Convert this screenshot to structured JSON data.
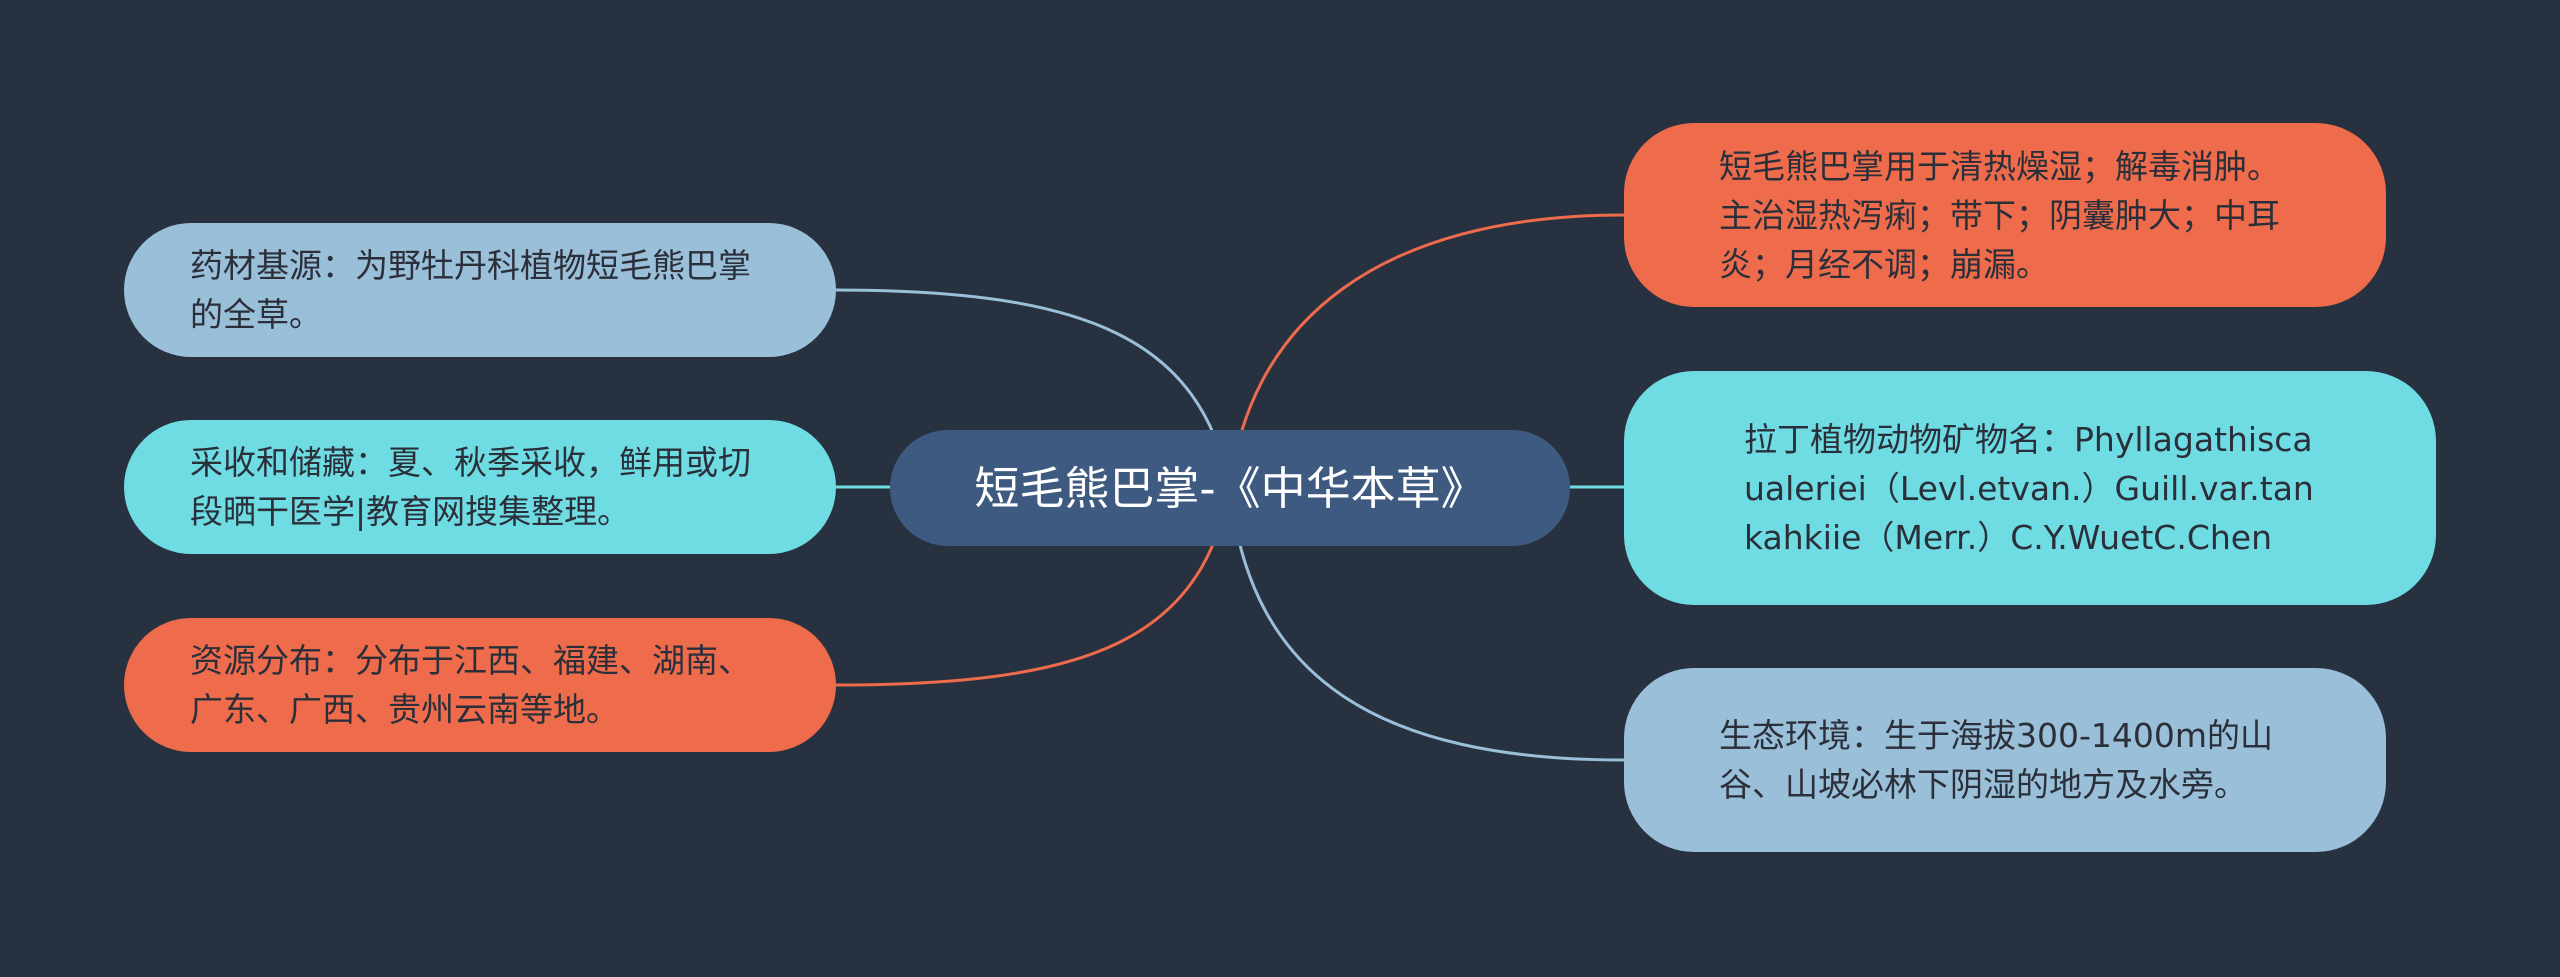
{
  "center": {
    "label": "短毛熊巴掌-《中华本草》"
  },
  "nodes": {
    "left1": "药材基源：为野牡丹科植物短毛熊巴掌的全草。",
    "left2": "采收和储藏：夏、秋季采收，鲜用或切段晒干医学|教育网搜集整理。",
    "left3": "资源分布：分布于江西、福建、湖南、广东、广西、贵州云南等地。",
    "right1": "短毛熊巴掌用于清热燥湿；解毒消肿。主治湿热泻痢；带下；阴囊肿大；中耳炎；月经不调；崩漏。",
    "right2": "拉丁植物动物矿物名：Phyllagathiscaualeriei（Levl.etvan.）Guill.var.tankahkiie（Merr.）C.Y.WuetC.Chen",
    "right3": "生态环境：生于海拔300-1400m的山谷、山坡必林下阴湿的地方及水旁。"
  },
  "colors": {
    "background": "#283140",
    "center": "#3e5a80",
    "blue": "#9abfd8",
    "cyan": "#6edce2",
    "orange": "#ee6b4c"
  }
}
